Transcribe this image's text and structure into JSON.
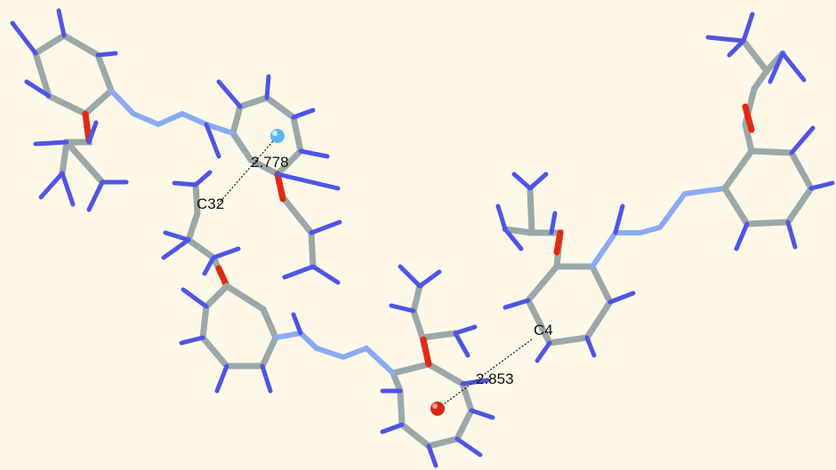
{
  "colors": {
    "background": "#fdf8e8",
    "carbon": "#9aa8a8",
    "carbon_dark": "#7c8a8a",
    "hydrogen": "#4e55e6",
    "oxygen": "#e12a12",
    "nitrogen": "#8aaaf2",
    "centroid_blue": "#55b8f0",
    "centroid_red": "#d22a18"
  },
  "labels": {
    "atom_c32": "C32",
    "atom_c4": "C4",
    "distance_1": "2.778",
    "distance_2": "2.853"
  }
}
